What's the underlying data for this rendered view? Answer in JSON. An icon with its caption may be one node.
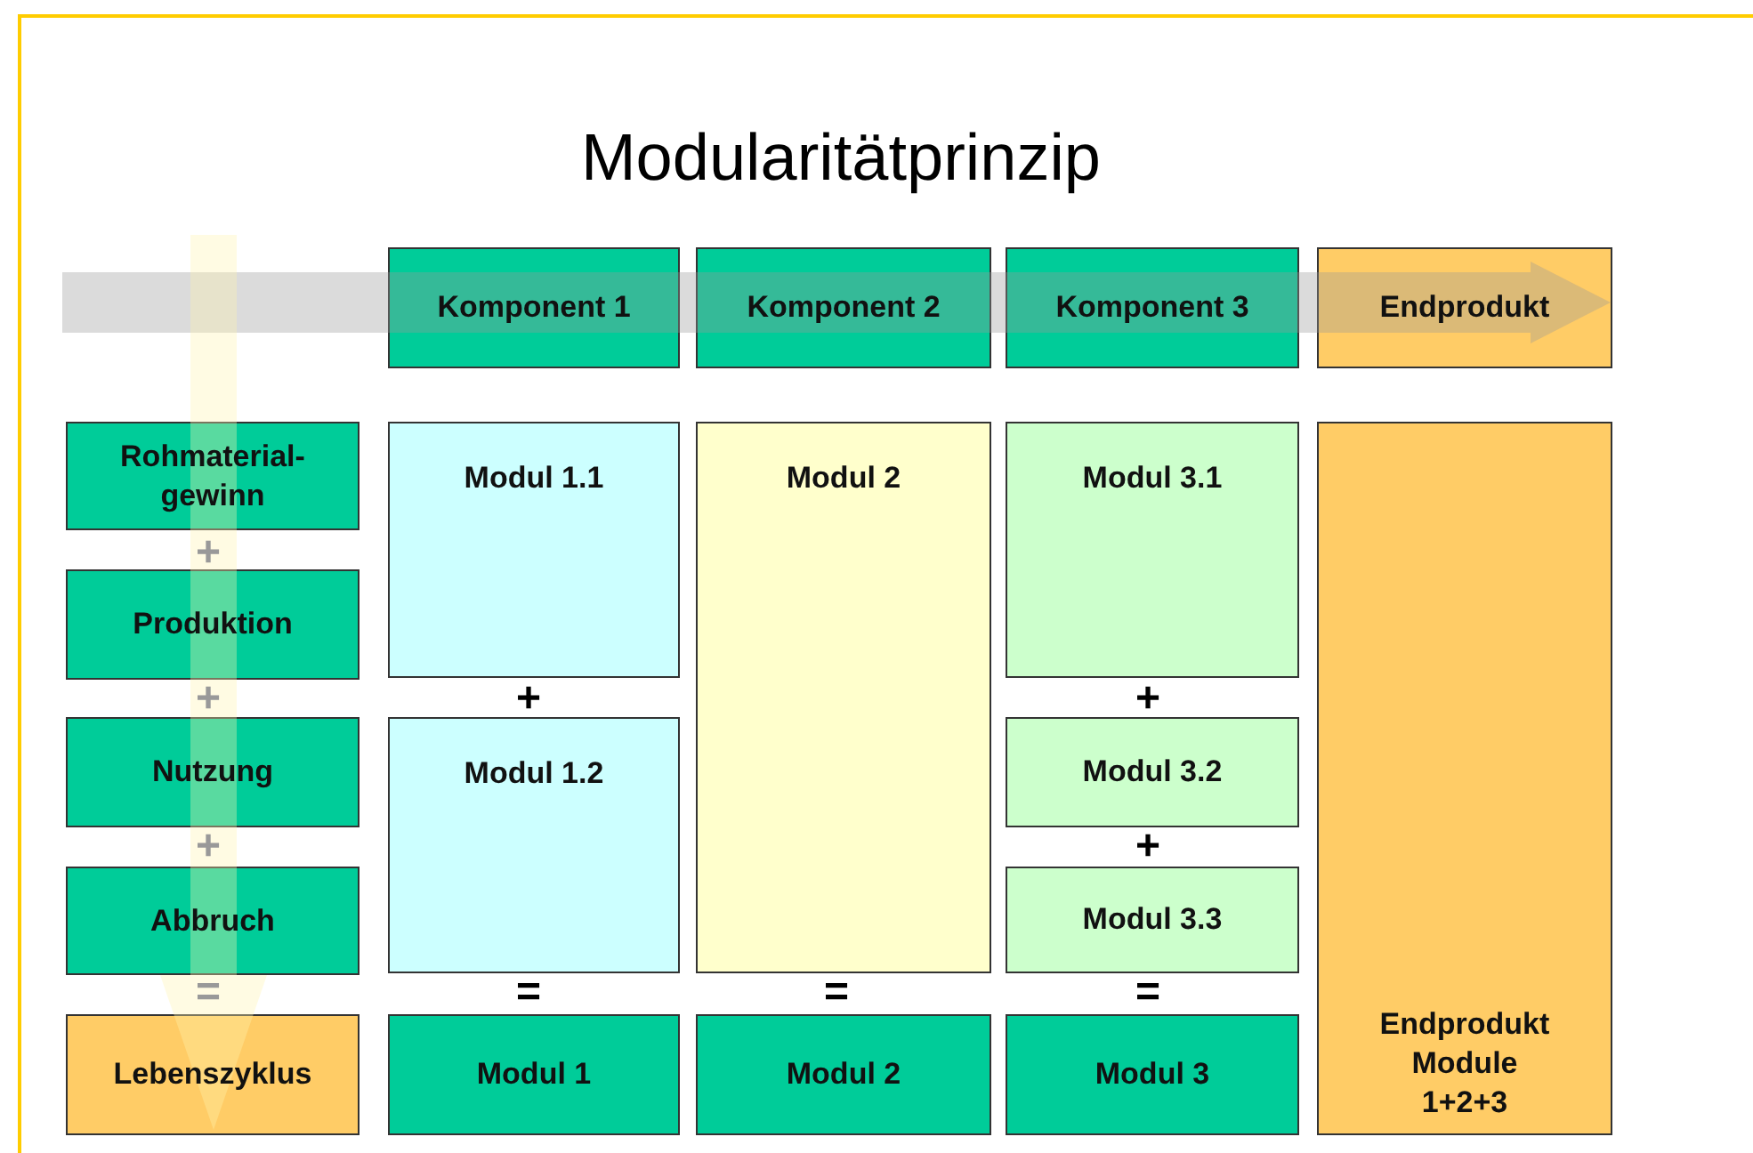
{
  "diagram": {
    "title": "Modularitätprinzip",
    "nodes": [
      {
        "text": [
          "Komponent 1"
        ]
      },
      {
        "text": [
          "Komponent 2"
        ]
      },
      {
        "text": [
          "Komponent 3"
        ]
      },
      {
        "text": [
          "Endprodukt"
        ]
      },
      {
        "text": [
          "Rohmaterial-gewinn"
        ]
      },
      {
        "text": [
          "Modul 1.1"
        ]
      },
      {
        "text": [
          "Modul 2"
        ]
      },
      {
        "text": [
          "Modul 3.1"
        ]
      },
      {
        "text": [
          "Endprodukt Module 1+2+3"
        ]
      },
      {
        "text": [
          "Produktion"
        ]
      },
      {
        "text": [
          "Nutzung"
        ]
      },
      {
        "text": [
          "Modul 1.2"
        ]
      },
      {
        "text": [
          "Modul 3.2"
        ]
      },
      {
        "text": [
          "Abbruch"
        ]
      },
      {
        "text": [
          "Modul 3.3"
        ]
      },
      {
        "text": [
          "Lebenszyklus"
        ]
      },
      {
        "text": [
          "Modul 1"
        ]
      },
      {
        "text": [
          "Modul 2"
        ]
      },
      {
        "text": [
          "Modul 3"
        ]
      }
    ],
    "labels": [
      "+",
      "+",
      "+",
      "+",
      "+",
      "+",
      "=",
      "=",
      "=",
      "="
    ]
  }
}
